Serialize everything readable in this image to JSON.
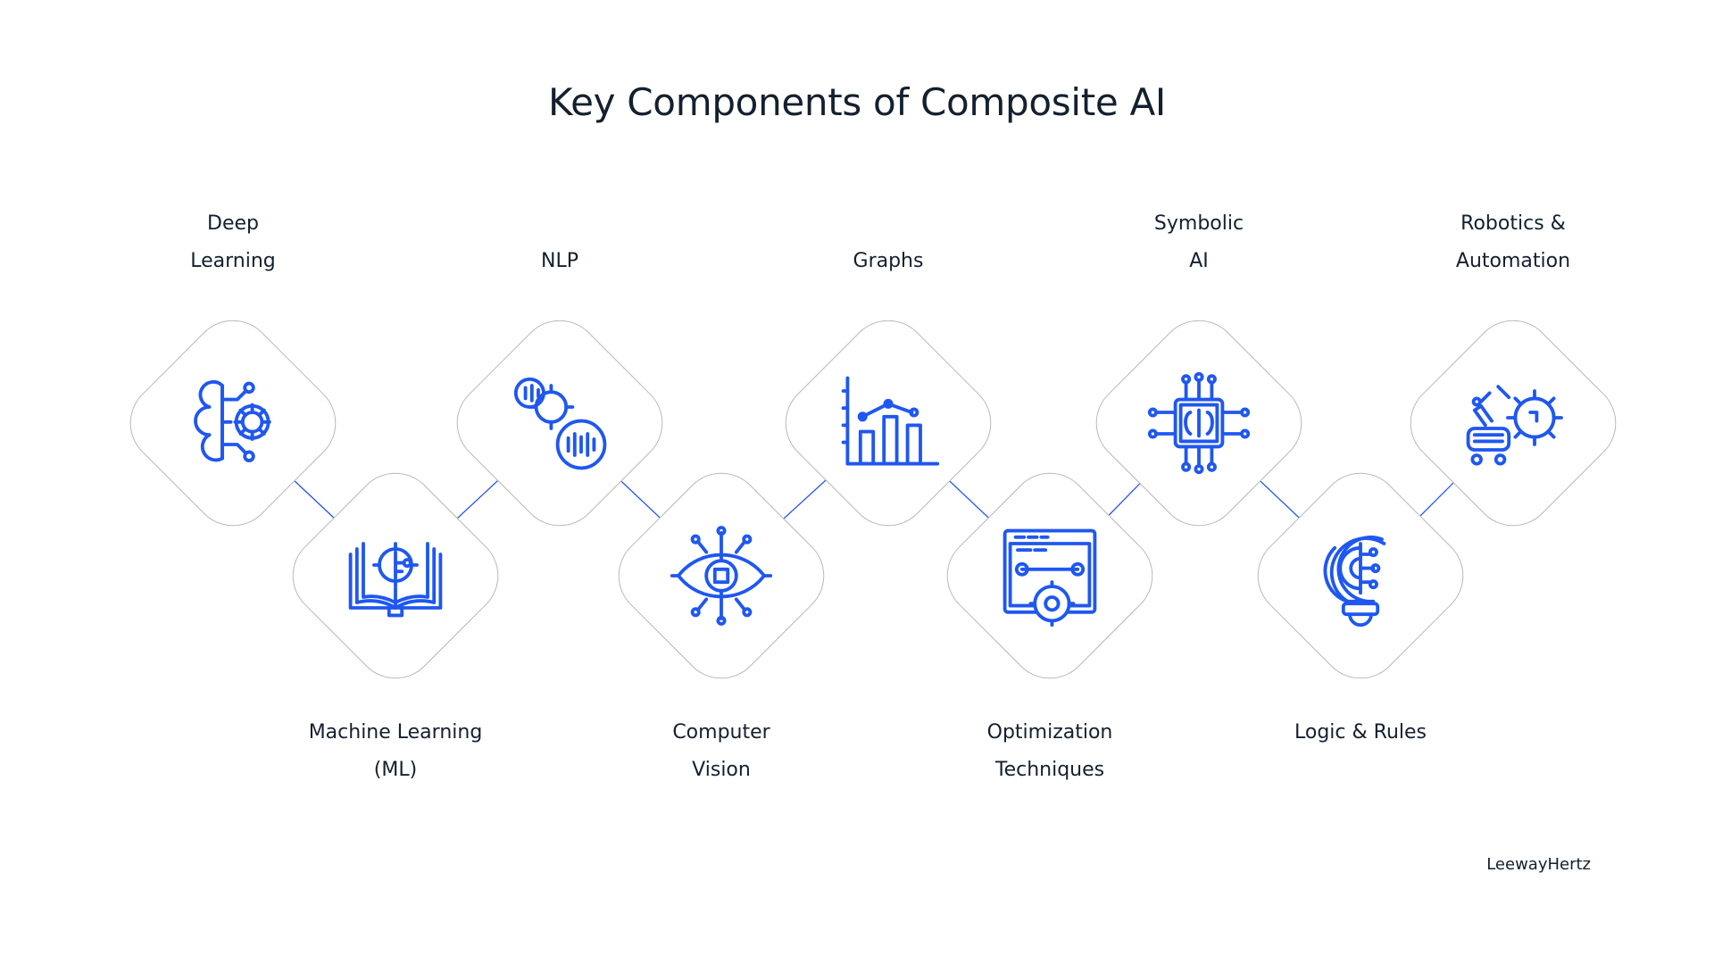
{
  "title": "Key Components of Composite AI",
  "brand": "LeewayHertz",
  "colors": {
    "accent": "#1f57f0",
    "border": "#b8b8b8",
    "text": "#14202e"
  },
  "components": [
    {
      "lines": [
        "Deep",
        "Learning"
      ],
      "icon": "brain-gear-icon"
    },
    {
      "lines": [
        "Machine Learning",
        "(ML)"
      ],
      "icon": "book-gear-icon"
    },
    {
      "lines": [
        "",
        "NLP"
      ],
      "icon": "speech-gear-icon"
    },
    {
      "lines": [
        "Computer",
        "Vision"
      ],
      "icon": "eye-chip-icon"
    },
    {
      "lines": [
        "",
        "Graphs"
      ],
      "icon": "bar-chart-icon"
    },
    {
      "lines": [
        "Optimization",
        "Techniques"
      ],
      "icon": "browser-wrench-gear-icon"
    },
    {
      "lines": [
        "Symbolic",
        "AI"
      ],
      "icon": "brain-chip-icon"
    },
    {
      "lines": [
        "Logic & Rules",
        ""
      ],
      "icon": "lightbulb-gear-icon"
    },
    {
      "lines": [
        "Robotics &",
        "Automation"
      ],
      "icon": "robot-arm-gear-icon"
    }
  ]
}
